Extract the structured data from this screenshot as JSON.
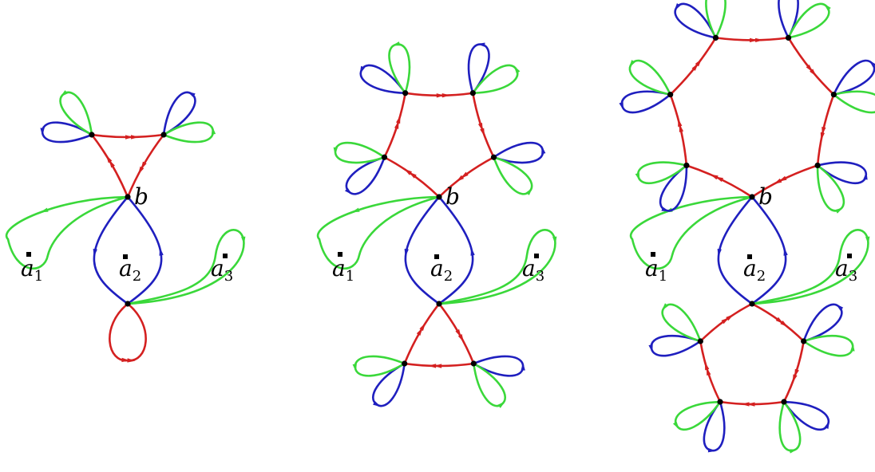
{
  "colors": {
    "red": "#d42020",
    "blue": "#1f1fbf",
    "green": "#3ad83a",
    "node": "#000000",
    "background": "#ffffff"
  },
  "labels": {
    "b": "b",
    "a": "a",
    "sub1": "1",
    "sub2": "2",
    "sub3": "3"
  },
  "panels": [
    {
      "id": "panel-1",
      "top_polygon_sides": 3,
      "bottom_structure": "loop"
    },
    {
      "id": "panel-2",
      "top_polygon_sides": 5,
      "bottom_structure": "triangle"
    },
    {
      "id": "panel-3",
      "top_polygon_sides": 7,
      "bottom_structure": "pentagon"
    }
  ]
}
